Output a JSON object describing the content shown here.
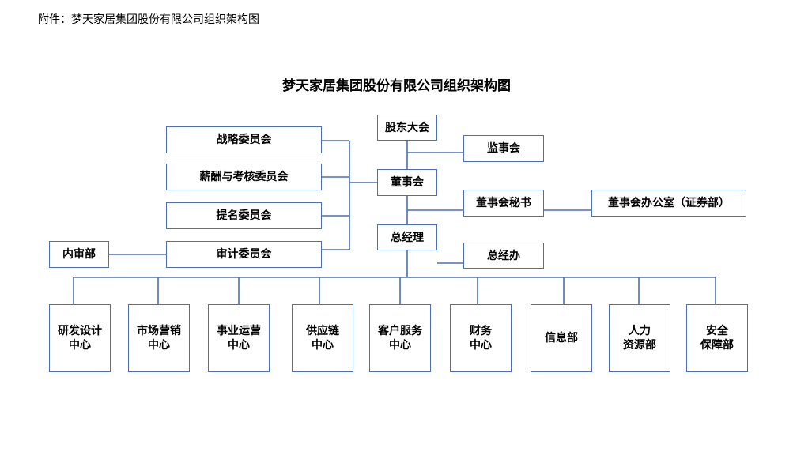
{
  "attachment_line": "附件：梦天家居集团股份有限公司组织架构图",
  "chart_title": "梦天家居集团股份有限公司组织架构图",
  "nodes": {
    "shareholders": "股东大会",
    "supervisory": "监事会",
    "board": "董事会",
    "strategy": "战略委员会",
    "compensation": "薪酬与考核委员会",
    "nomination": "提名委员会",
    "audit_committee": "审计委员会",
    "internal_audit": "内审部",
    "board_secretary": "董事会秘书",
    "board_office": "董事会办公室（证券部）",
    "gm": "总经理",
    "gm_office": "总经办"
  },
  "departments": [
    "研发设计\n中心",
    "市场营销\n中心",
    "事业运营\n中心",
    "供应链\n中心",
    "客户服务\n中心",
    "财务\n中心",
    "信息部",
    "人力\n资源部",
    "安全\n保障部"
  ]
}
